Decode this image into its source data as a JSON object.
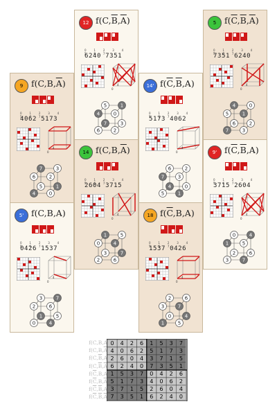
{
  "cards": [
    {
      "id": "c9",
      "badge": "9",
      "badge_color": "#f5a623",
      "title": "f(C,B,A)",
      "over": [
        2
      ],
      "perm": "4062 5173",
      "bg": "tan"
    },
    {
      "id": "c5p",
      "badge": "5'",
      "badge_color": "#3b6fd9",
      "title": "f(C,B,A)",
      "over": [],
      "perm": "0426 1537",
      "bg": "cream"
    },
    {
      "id": "c12",
      "badge": "12",
      "badge_color": "#e02424",
      "title": "f(C,B,A)",
      "over": [
        1,
        2
      ],
      "perm": "6240 7351",
      "bg": "cream"
    },
    {
      "id": "c14g",
      "badge": "14",
      "badge_color": "#3cc43c",
      "title": "f(C,B,A)",
      "over": [
        2
      ],
      "perm": "2604 3715",
      "bg": "tan"
    },
    {
      "id": "c14b",
      "badge": "14'",
      "badge_color": "#3b6fd9",
      "title": "f(C,B,A)",
      "over": [
        0,
        1
      ],
      "perm": "5173 4062",
      "bg": "cream"
    },
    {
      "id": "c18",
      "badge": "18",
      "badge_color": "#f5a623",
      "title": "f(C,B,A)",
      "over": [
        0
      ],
      "perm": "1537 0426",
      "bg": "tan"
    },
    {
      "id": "c5",
      "badge": "5",
      "badge_color": "#3cc43c",
      "title": "f(C,B,A)",
      "over": [
        0,
        1,
        2
      ],
      "perm": "7351 6240",
      "bg": "tan"
    },
    {
      "id": "c9p",
      "badge": "9'",
      "badge_color": "#e02424",
      "title": "f(C,B,A)",
      "over": [
        0,
        1
      ],
      "perm": "3715 2604",
      "bg": "cream"
    }
  ],
  "table": {
    "rows": [
      {
        "label": "f(C,B,A)",
        "over": [],
        "cells": [
          "0",
          "4",
          "2",
          "6",
          "1",
          "5",
          "3",
          "7"
        ]
      },
      {
        "label": "f(C,B,A)",
        "over": [
          2
        ],
        "cells": [
          "4",
          "0",
          "6",
          "2",
          "5",
          "1",
          "7",
          "3"
        ]
      },
      {
        "label": "f(C,B,A)",
        "over": [
          1
        ],
        "cells": [
          "2",
          "6",
          "0",
          "4",
          "3",
          "7",
          "1",
          "5"
        ]
      },
      {
        "label": "f(C,B,A)",
        "over": [
          1,
          2
        ],
        "cells": [
          "6",
          "2",
          "4",
          "0",
          "7",
          "3",
          "5",
          "1"
        ]
      },
      {
        "label": "f(C,B,A)",
        "over": [
          0
        ],
        "cells": [
          "1",
          "5",
          "3",
          "7",
          "0",
          "4",
          "2",
          "6"
        ]
      },
      {
        "label": "f(C,B,A)",
        "over": [
          0,
          2
        ],
        "cells": [
          "5",
          "1",
          "7",
          "3",
          "4",
          "0",
          "6",
          "2"
        ]
      },
      {
        "label": "f(C,B,A)",
        "over": [
          0,
          1
        ],
        "cells": [
          "3",
          "7",
          "1",
          "5",
          "2",
          "6",
          "0",
          "4"
        ]
      },
      {
        "label": "f(C,B,A)",
        "over": [
          0,
          1,
          2
        ],
        "cells": [
          "7",
          "3",
          "5",
          "1",
          "6",
          "2",
          "4",
          "0"
        ]
      }
    ]
  },
  "index_digits": "0 1 2 3 4 5 6 7",
  "colors": {
    "tan": "#f1e3d2",
    "cream": "#fbf7ee",
    "red": "#d01818",
    "dark": "#333333"
  }
}
